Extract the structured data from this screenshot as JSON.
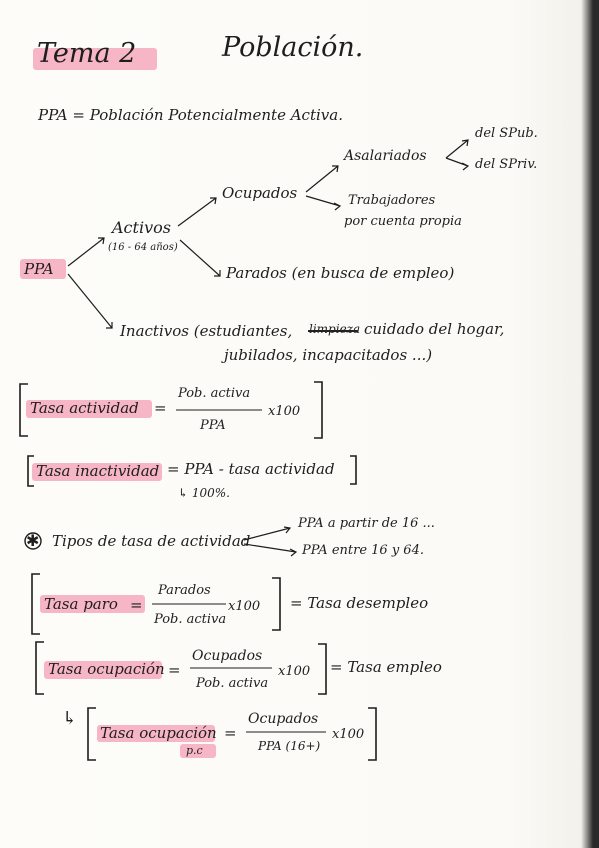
{
  "header": {
    "tema": "Tema 2",
    "titulo": "Población."
  },
  "definicion": "PPA = Población Potencialmente Activa.",
  "esquema": {
    "ppa": "PPA",
    "activos": "Activos",
    "activos_rango": "(16 - 64 años)",
    "ocupados": "Ocupados",
    "asalariados": "Asalariados",
    "del_spub": "del SPub.",
    "del_spriv": "del SPriv.",
    "trabajadores_1": "Trabajadores",
    "trabajadores_2": "por cuenta propia",
    "parados": "Parados (en busca de empleo)",
    "inactivos_1": "Inactivos (estudiantes,",
    "inactivos_tachado": "limpieza",
    "inactivos_2": "cuidado del hogar,",
    "inactivos_3": "jubilados, incapacitados ...)"
  },
  "formulas": {
    "tasa_actividad": "Tasa actividad",
    "tasa_actividad_num": "Pob. activa",
    "tasa_actividad_den": "PPA",
    "x100": "x100",
    "tasa_inactividad": "Tasa inactividad",
    "tasa_inactividad_rhs": "= PPA - tasa actividad",
    "tasa_inactividad_nota": "↳ 100%.",
    "tipos_marker": "✱",
    "tipos_label": "Tipos de tasa de actividad",
    "tipos_1": "PPA a partir de 16 ...",
    "tipos_2": "PPA entre 16 y 64.",
    "tasa_paro": "Tasa paro",
    "tasa_paro_num": "Parados",
    "tasa_paro_den": "Pob. activa",
    "tasa_paro_rhs": "= Tasa desempleo",
    "tasa_ocupacion": "Tasa ocupación",
    "tasa_ocupacion_num": "Ocupados",
    "tasa_ocupacion_den": "Pob. activa",
    "tasa_ocupacion_rhs": "= Tasa empleo",
    "tasa_ocupacion_pc": "Tasa ocupación",
    "pc_sub": "p.c",
    "tasa_ocupacion_pc_num": "Ocupados",
    "tasa_ocupacion_pc_den": "PPA (16+)",
    "eq": "="
  },
  "colors": {
    "highlight": "#f6a9bd",
    "ink": "#1d1d1d",
    "paper": "#fbfaf7"
  }
}
